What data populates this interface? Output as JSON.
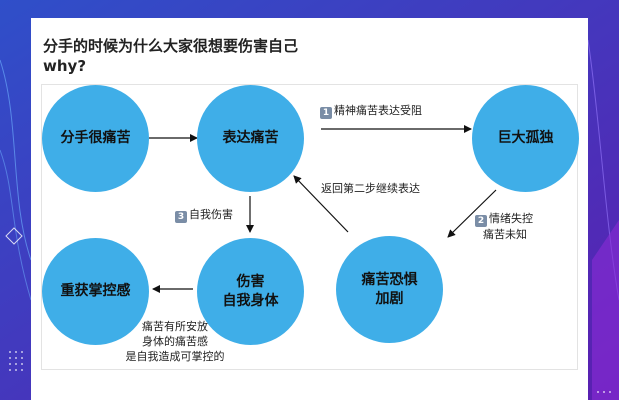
{
  "title": {
    "line1": "分手的时候为什么大家很想要伤害自己",
    "line2": "why?"
  },
  "nodes": {
    "breakup_pain": "分手很痛苦",
    "express_pain": "表达痛苦",
    "loneliness": "巨大孤独",
    "fear_line1": "痛苦恐惧",
    "fear_line2": "加剧",
    "hurt_line1": "伤害",
    "hurt_line2": "自我身体",
    "regain_control": "重获掌控感"
  },
  "edges": {
    "step1_num": "1",
    "step1_text": "精神痛苦表达受阻",
    "step2_num": "2",
    "step2_line1": "情绪失控",
    "step2_line2": "痛苦未知",
    "step3_num": "3",
    "step3_text": "自我伤害",
    "return_text": "返回第二步继续表达",
    "control_line1": "痛苦有所安放",
    "control_line2": "身体的痛苦感",
    "control_line3": "是自我造成可掌控的"
  },
  "colors": {
    "circle": "#3faee8",
    "background": "#3b2db0",
    "badge": "#7a8da6"
  }
}
